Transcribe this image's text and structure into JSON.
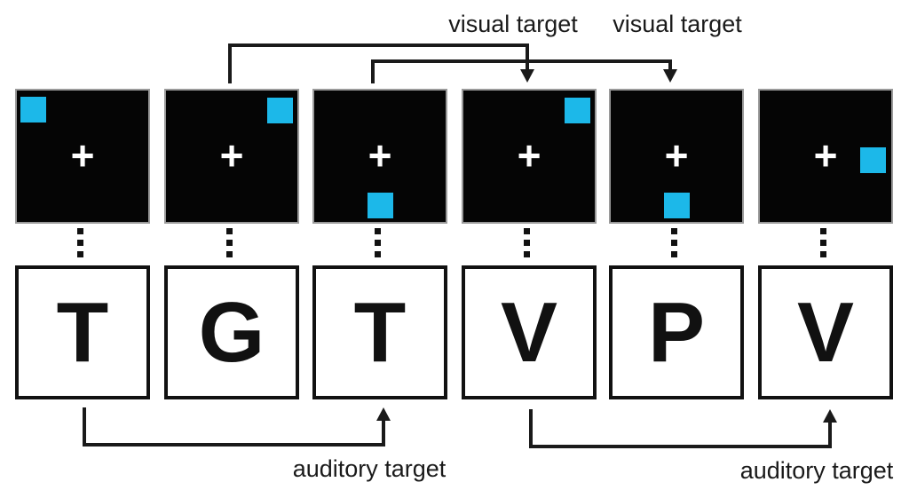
{
  "figure_type": "dual n-back task paradigm",
  "colors": {
    "visual_cue": "#1cb8e9",
    "frame_background": "#050505",
    "fixation": "#ffffff",
    "line": "#1a1a1a"
  },
  "visual_stream": {
    "fixation_symbol": "+",
    "frames": [
      {
        "cue_position": "top-left"
      },
      {
        "cue_position": "top-right"
      },
      {
        "cue_position": "bottom-center"
      },
      {
        "cue_position": "top-right"
      },
      {
        "cue_position": "bottom-center"
      },
      {
        "cue_position": "middle-right"
      }
    ]
  },
  "auditory_stream": {
    "letters": [
      "T",
      "G",
      "T",
      "V",
      "P",
      "V"
    ]
  },
  "annotations": {
    "visual_target_1": "visual target",
    "visual_target_2": "visual target",
    "auditory_target_1": "auditory target",
    "auditory_target_2": "auditory target"
  },
  "connections": [
    {
      "type": "visual",
      "from_frame": 2,
      "to_frame": 4,
      "label": "visual target"
    },
    {
      "type": "visual",
      "from_frame": 3,
      "to_frame": 5,
      "label": "visual target"
    },
    {
      "type": "auditory",
      "from_frame": 1,
      "to_frame": 3,
      "label": "auditory target"
    },
    {
      "type": "auditory",
      "from_frame": 4,
      "to_frame": 6,
      "label": "auditory target"
    }
  ]
}
